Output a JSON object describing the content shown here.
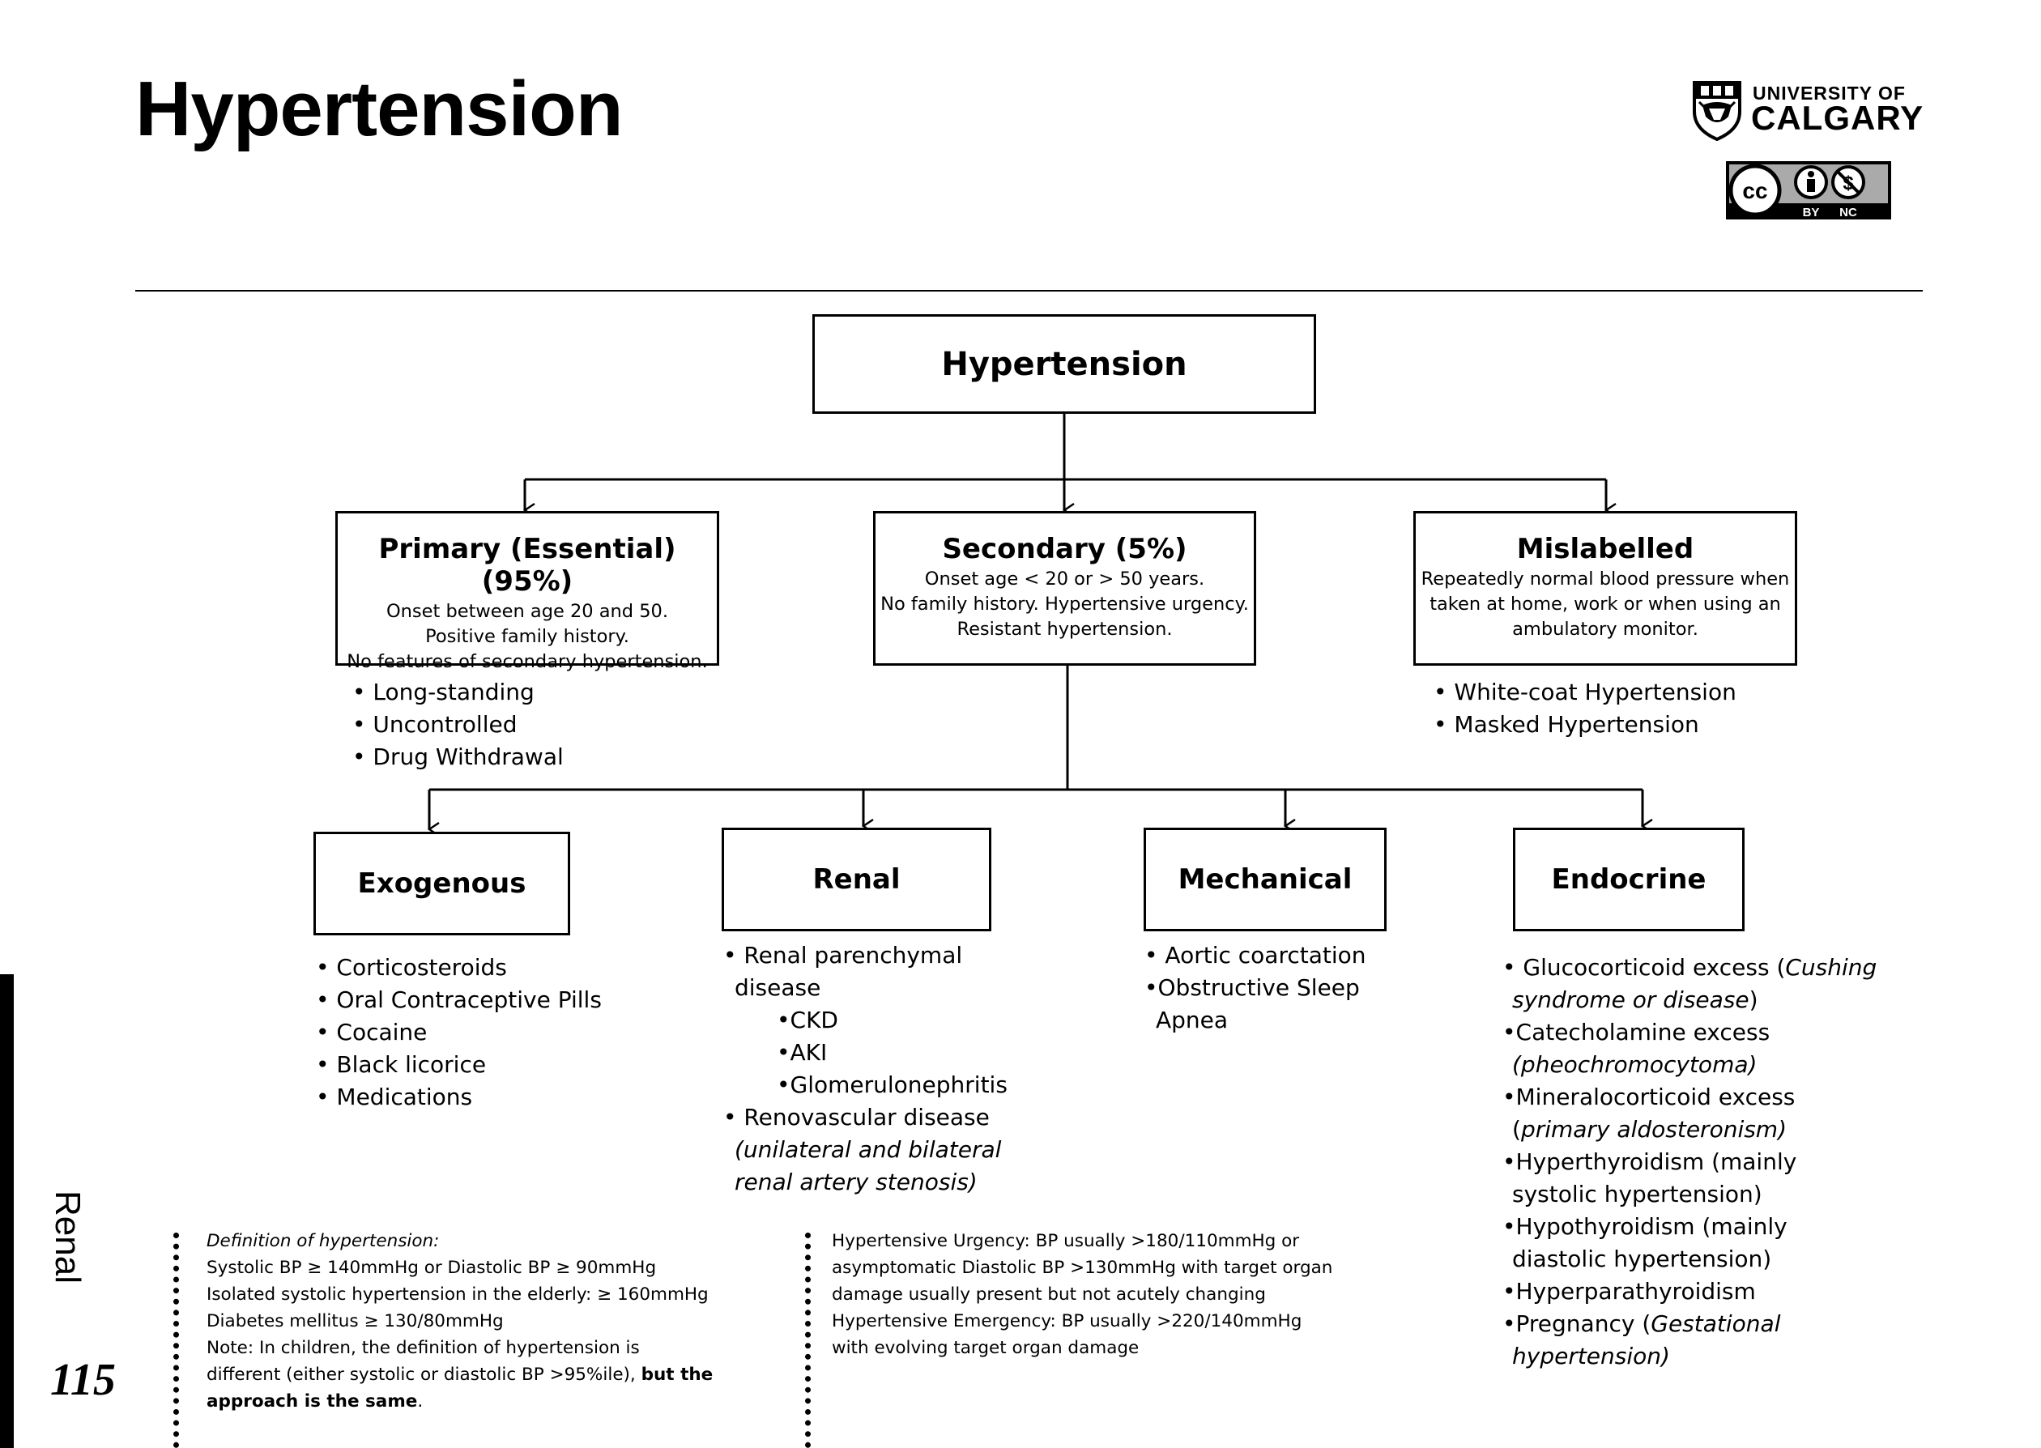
{
  "page": {
    "title": "Hypertension",
    "section_label": "Renal",
    "page_number": "115"
  },
  "logo": {
    "line1": "UNIVERSITY OF",
    "line2": "CALGARY",
    "license_cc": "cc",
    "license_by": "BY",
    "license_nc": "NC"
  },
  "root": {
    "title": "Hypertension"
  },
  "primary": {
    "title": "Primary (Essential) (95%)",
    "lines": [
      "Onset between age 20 and 50.",
      "Positive family history.",
      "No features of secondary hypertension."
    ],
    "bullets": [
      "• Long-standing",
      "• Uncontrolled",
      "• Drug Withdrawal"
    ]
  },
  "secondary": {
    "title": "Secondary (5%)",
    "lines": [
      "Onset age < 20 or > 50 years.",
      "No family history. Hypertensive urgency.",
      "Resistant hypertension."
    ]
  },
  "mislabelled": {
    "title": "Mislabelled",
    "lines": [
      "Repeatedly normal blood pressure when",
      "taken at home, work or when using an",
      "ambulatory monitor."
    ],
    "bullets": [
      "• White-coat Hypertension",
      "• Masked Hypertension"
    ]
  },
  "exogenous": {
    "title": "Exogenous",
    "bullets": [
      "• Corticosteroids",
      "• Oral Contraceptive Pills",
      "• Cocaine",
      "• Black licorice",
      "• Medications"
    ]
  },
  "renal": {
    "title": "Renal",
    "item1_a": "• Renal parenchymal",
    "item1_b": "disease",
    "sub": [
      "•CKD",
      "•AKI",
      "•Glomerulonephritis"
    ],
    "item2": "• Renovascular disease",
    "item2_note_a": "(unilateral and bilateral",
    "item2_note_b": "renal artery stenosis)"
  },
  "mechanical": {
    "title": "Mechanical",
    "item1": "• Aortic coarctation",
    "item2_a": "•Obstructive Sleep",
    "item2_b": "Apnea"
  },
  "endocrine": {
    "title": "Endocrine",
    "l1a": "• Glucocorticoid excess (",
    "l1b": "Cushing",
    "l2a": "syndrome or disease",
    "l2b": ")",
    "l3": "•Catecholamine excess",
    "l4": "(pheochromocytoma)",
    "l5": "•Mineralocorticoid excess",
    "l6a": "(",
    "l6b": "primary aldosteronism)",
    "l7": "•Hyperthyroidism (mainly",
    "l8": "systolic hypertension)",
    "l9": "•Hypothyroidism (mainly",
    "l10": "diastolic hypertension)",
    "l11": "•Hyperparathyroidism",
    "l12a": "•Pregnancy (",
    "l12b": "Gestational",
    "l13": "hypertension)"
  },
  "definition_note": {
    "heading": "Definition of hypertension:",
    "lines": [
      "Systolic BP ≥ 140mmHg or Diastolic BP ≥ 90mmHg",
      "Isolated systolic hypertension in the elderly: ≥ 160mmHg",
      "Diabetes mellitus ≥  130/80mmHg",
      "Note: In children, the definition of hypertension is"
    ],
    "line5a": "different (either systolic or diastolic BP >95%ile), ",
    "line5b": "but the",
    "line6a": "approach is the same",
    "line6b": "."
  },
  "urgency_note": {
    "lines": [
      "Hypertensive Urgency: BP usually >180/110mmHg or",
      "asymptomatic Diastolic BP >130mmHg with target organ",
      "damage usually present but not acutely changing",
      "Hypertensive Emergency: BP usually >220/140mmHg",
      "with evolving target organ damage"
    ]
  }
}
